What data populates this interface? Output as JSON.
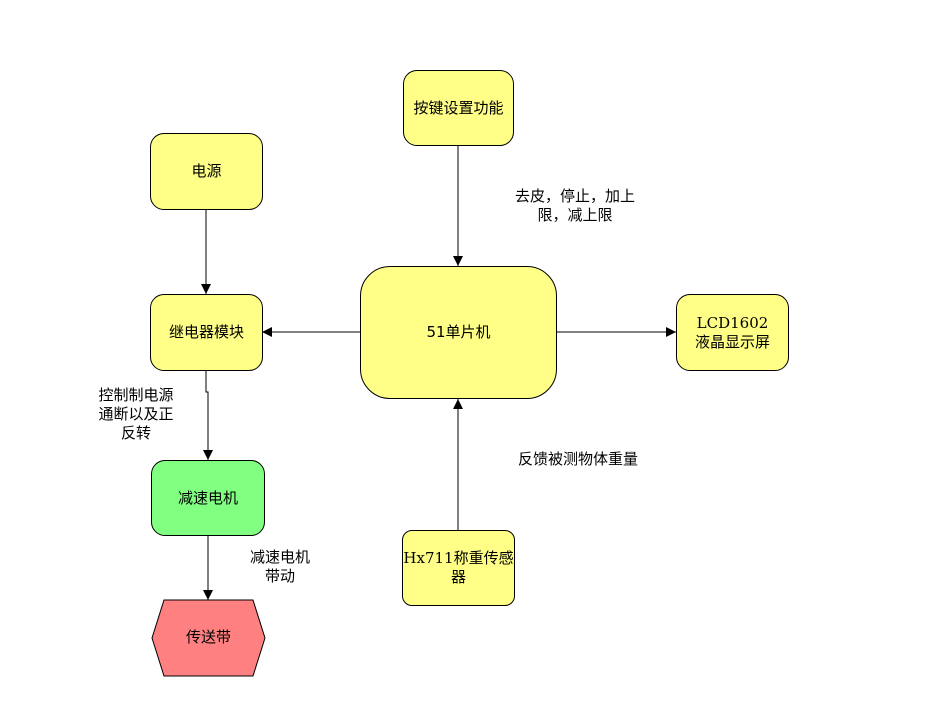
{
  "nodes": {
    "keyboard": "按键设置功能",
    "power": "电源",
    "mcu": "51单片机",
    "relay": "继电器模块",
    "lcd": "LCD1602\n液晶显示屏",
    "motor": "减速电机",
    "sensor": "Hx711称重传感\n器",
    "belt": "传送带"
  },
  "edge_labels": {
    "keyboard_to_mcu": "去皮，停止，加上\n限，减上限",
    "relay_to_motor": "控制制电源\n通断以及正\n反转",
    "sensor_to_mcu": "反馈被测物体重量",
    "motor_to_belt": "减速电机\n带动"
  },
  "colors": {
    "yellow": "#ffff88",
    "green": "#80ff80",
    "red": "#ff8080"
  }
}
